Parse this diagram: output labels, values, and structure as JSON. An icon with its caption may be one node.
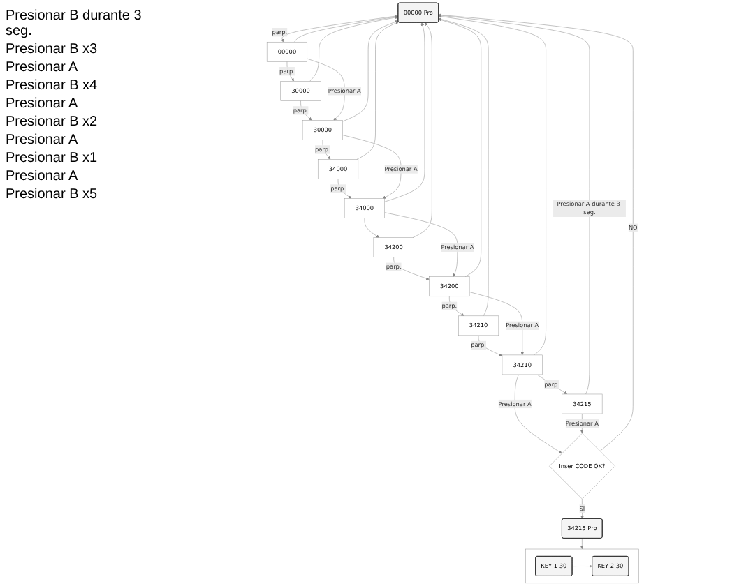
{
  "diagram": {
    "nodes": [
      {
        "text": [
          "00000 Pro"
        ]
      },
      {
        "text": [
          "00000"
        ]
      },
      {
        "text": [
          "30000"
        ]
      },
      {
        "text": [
          "30000"
        ]
      },
      {
        "text": [
          "34000"
        ]
      },
      {
        "text": [
          "34000"
        ]
      },
      {
        "text": [
          "34200"
        ]
      },
      {
        "text": [
          "34200"
        ]
      },
      {
        "text": [
          "34210"
        ]
      },
      {
        "text": [
          "34210"
        ]
      },
      {
        "text": [
          "34215"
        ]
      },
      {
        "text": [
          "Inser CODE OK?"
        ]
      },
      {
        "text": [
          "34215 Pro"
        ]
      },
      {
        "text": [],
        "shape": "box"
      },
      {
        "text": [
          "KEY 1 30"
        ],
        "in": 13
      },
      {
        "text": [
          "KEY 2 30"
        ],
        "in": 13
      }
    ],
    "edges": [
      {
        "from": 0,
        "to": 1,
        "arrow": "to",
        "label": "parp."
      },
      {
        "from": 1,
        "to": 2,
        "arrow": "to",
        "label": "parp."
      },
      {
        "from": 2,
        "to": 3,
        "arrow": "to",
        "label": "parp."
      },
      {
        "from": 3,
        "to": 4,
        "arrow": "to",
        "label": "parp."
      },
      {
        "from": 4,
        "to": 5,
        "arrow": "to",
        "label": "parp."
      },
      {
        "from": 5,
        "to": 6,
        "arrow": "to"
      },
      {
        "from": 6,
        "to": 7,
        "arrow": "to",
        "label": "parp."
      },
      {
        "from": 7,
        "to": 8,
        "arrow": "to",
        "label": "parp."
      },
      {
        "from": 8,
        "to": 9,
        "arrow": "to",
        "label": "parp."
      },
      {
        "from": 9,
        "to": 10,
        "arrow": "to",
        "label": "parp."
      },
      {
        "from": 1,
        "to": 3,
        "arrow": "to",
        "label": "Presionar A"
      },
      {
        "from": 3,
        "to": 5,
        "arrow": "to",
        "label": "Presionar A"
      },
      {
        "from": 5,
        "to": 7,
        "arrow": "to",
        "label": "Presionar A"
      },
      {
        "from": 7,
        "to": 9,
        "arrow": "to",
        "label": "Presionar A"
      },
      {
        "from": 9,
        "to": 11,
        "arrow": "to",
        "label": "Presionar A"
      },
      {
        "from": 10,
        "to": 11,
        "arrow": "to",
        "label": "Presionar A"
      },
      {
        "from": 1,
        "to": 0,
        "arrow": "to"
      },
      {
        "from": 2,
        "to": 0,
        "arrow": "to"
      },
      {
        "from": 3,
        "to": 0,
        "arrow": "to"
      },
      {
        "from": 4,
        "to": 0,
        "arrow": "to"
      },
      {
        "from": 5,
        "to": 0,
        "arrow": "to"
      },
      {
        "from": 6,
        "to": 0,
        "arrow": "to"
      },
      {
        "from": 7,
        "to": 0,
        "arrow": "to"
      },
      {
        "from": 8,
        "to": 0,
        "arrow": "to"
      },
      {
        "from": 9,
        "to": 0,
        "arrow": "to"
      },
      {
        "from": 10,
        "to": 0,
        "arrow": "to",
        "label": "Presionar A durante 3 seg."
      },
      {
        "from": 11,
        "to": 0,
        "arrow": "to",
        "label": "NO"
      },
      {
        "from": 11,
        "to": 12,
        "arrow": "to",
        "label": "SI"
      },
      {
        "from": 12,
        "to": 13,
        "arrow": "to"
      },
      {
        "from": 14,
        "to": 15,
        "arrow": "to"
      }
    ],
    "labels": [
      "Presionar B durante 3 seg.",
      "Presionar B x3",
      "Presionar A",
      "Presionar B x4",
      "Presionar A",
      "Presionar B x2",
      "Presionar A",
      "Presionar B x1",
      "Presionar A",
      "Presionar B x5"
    ]
  }
}
